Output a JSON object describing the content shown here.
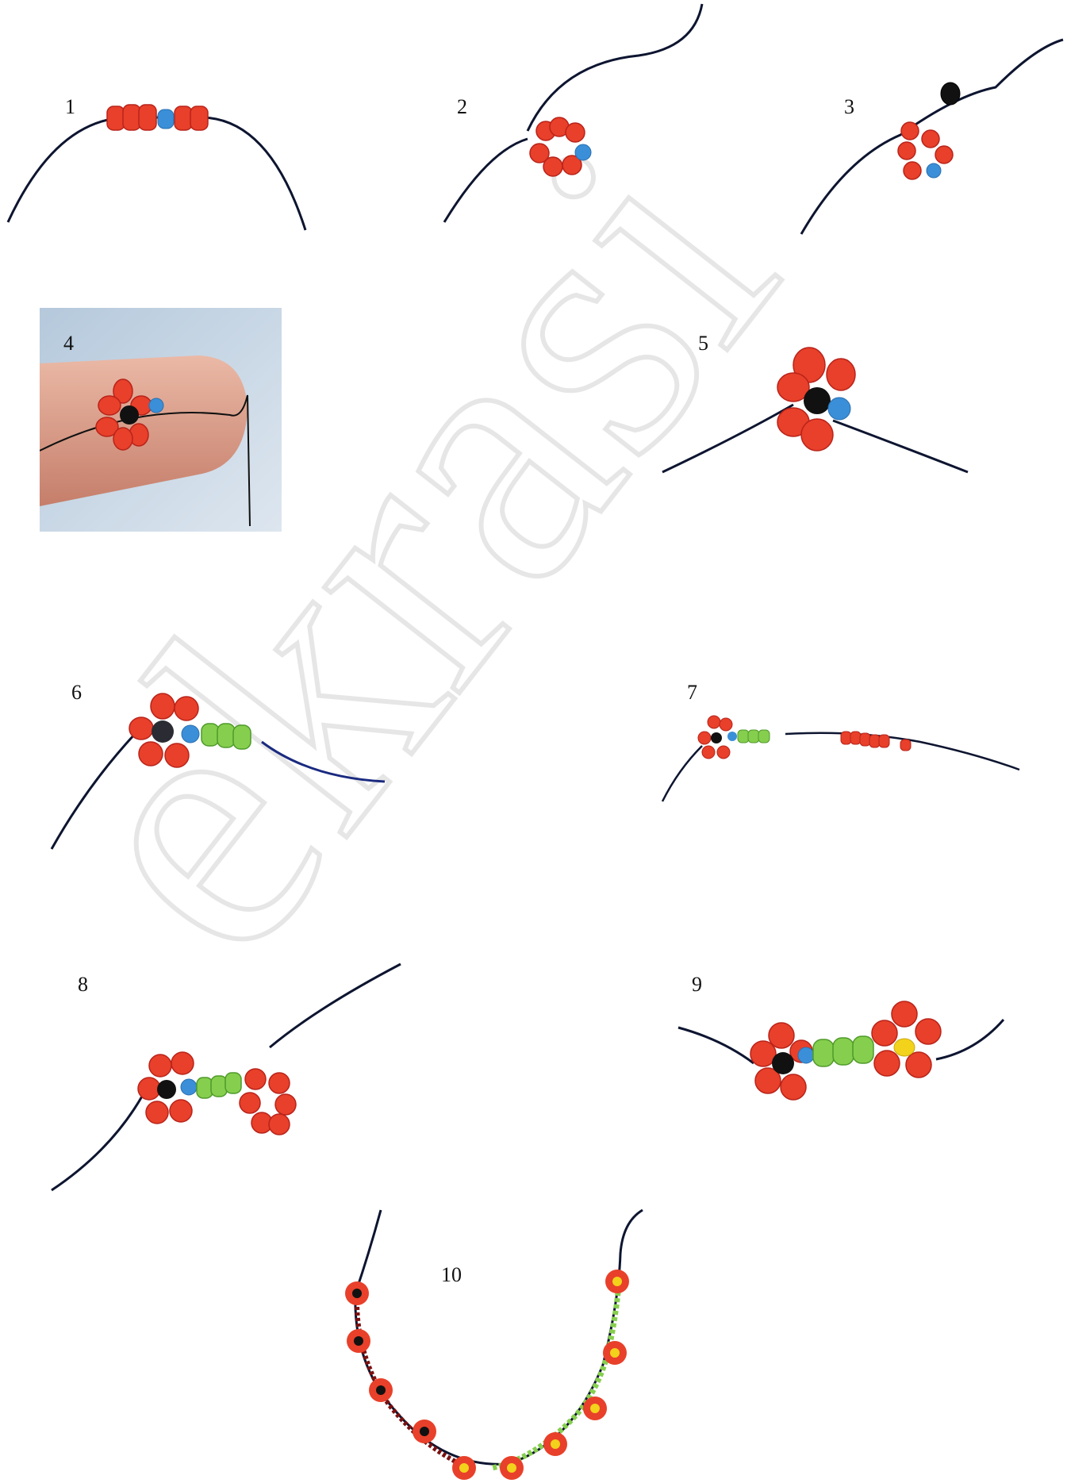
{
  "steps": [
    {
      "label": "1"
    },
    {
      "label": "2"
    },
    {
      "label": "3"
    },
    {
      "label": "4"
    },
    {
      "label": "5"
    },
    {
      "label": "6"
    },
    {
      "label": "7"
    },
    {
      "label": "8"
    },
    {
      "label": "9"
    },
    {
      "label": "10"
    }
  ],
  "watermark": {
    "text": "ekrasi"
  },
  "colors": {
    "red_bead": "#e8402a",
    "red_bead_dark": "#b9231a",
    "black_bead": "#111111",
    "blue_bead": "#3a8fd8",
    "green_bead": "#86cf4e",
    "yellow_bead": "#f2d21b",
    "thread": "#0d1530"
  }
}
